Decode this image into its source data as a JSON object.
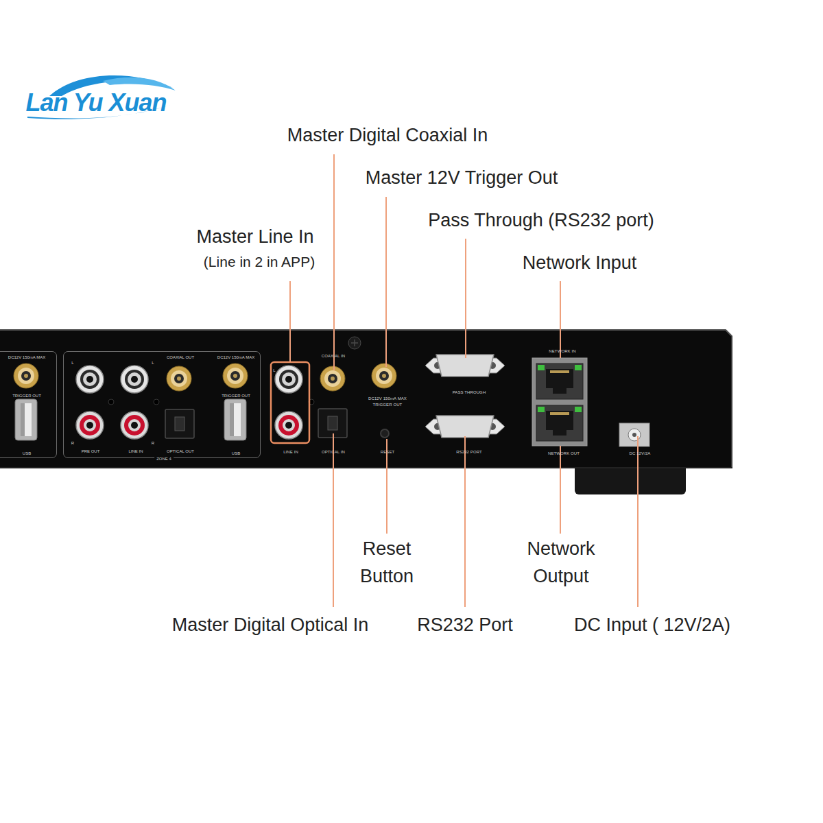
{
  "diagram": {
    "nodes": [
      {
        "text": [
          "DC12V 150mA MAX",
          "TRIGGER OUT",
          "USB"
        ]
      },
      {
        "text": [
          "COAXIAL OUT",
          "DC12V 150mA MAX",
          "L",
          "L",
          "TRIGGER OUT",
          "R",
          "R",
          "PRE OUT",
          "LINE IN",
          "OPTICAL OUT",
          "USB",
          "ZONE 4"
        ]
      }
    ],
    "labels": [
      "Lan Yu Xuan",
      "Master Digital Coaxial In",
      "Master 12V Trigger Out",
      "Pass Through (RS232 port)",
      "Network Input",
      "Master Line In",
      "(Line in 2 in APP)",
      "Reset Button",
      "Network Output",
      "Master Digital Optical In",
      "RS232 Port",
      "DC Input ( 12V/2A)",
      "L",
      "COAXIAL IN",
      "LINE IN",
      "OPTICAL IN",
      "DC12V 150mA MAX",
      "TRIGGER OUT",
      "RESET",
      "PASS THROUGH",
      "RS232 PORT",
      "NETWORK IN",
      "NETWORK OUT",
      "DC 12V/2A"
    ]
  }
}
